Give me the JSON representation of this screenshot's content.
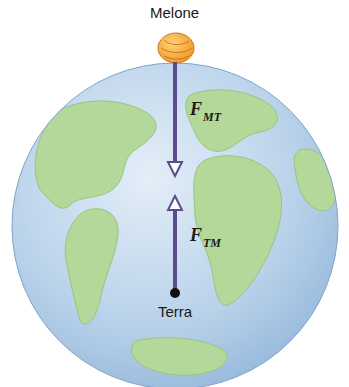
{
  "diagram": {
    "labels": [
      "Melone",
      "F",
      "MT",
      "F",
      "TM",
      "Terra"
    ]
  }
}
